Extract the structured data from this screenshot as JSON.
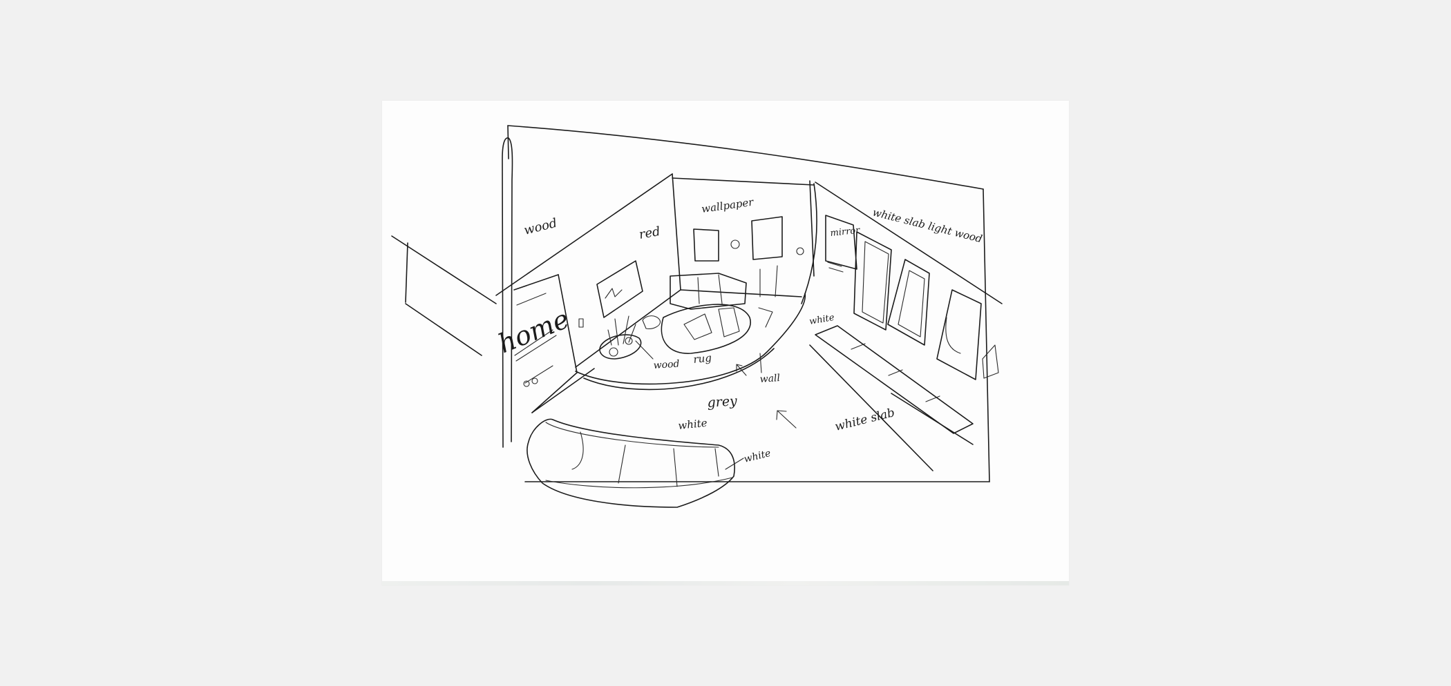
{
  "sketch": {
    "annotations": {
      "wood": "wood",
      "red": "red",
      "wallpaper": "wallpaper",
      "mirror": "mirror",
      "white_slab_light_wood": "white slab light wood",
      "home": "home",
      "rug": "rug",
      "wood_floor": "wood",
      "wall": "wall",
      "white_shelf": "white",
      "grey": "grey",
      "white_sofa": "white",
      "white_cushion": "white",
      "white_slab": "white slab"
    },
    "colors": {
      "background": "#f1f1f1",
      "paper": "#fdfdfd",
      "ink": "#1b1b1b"
    }
  }
}
